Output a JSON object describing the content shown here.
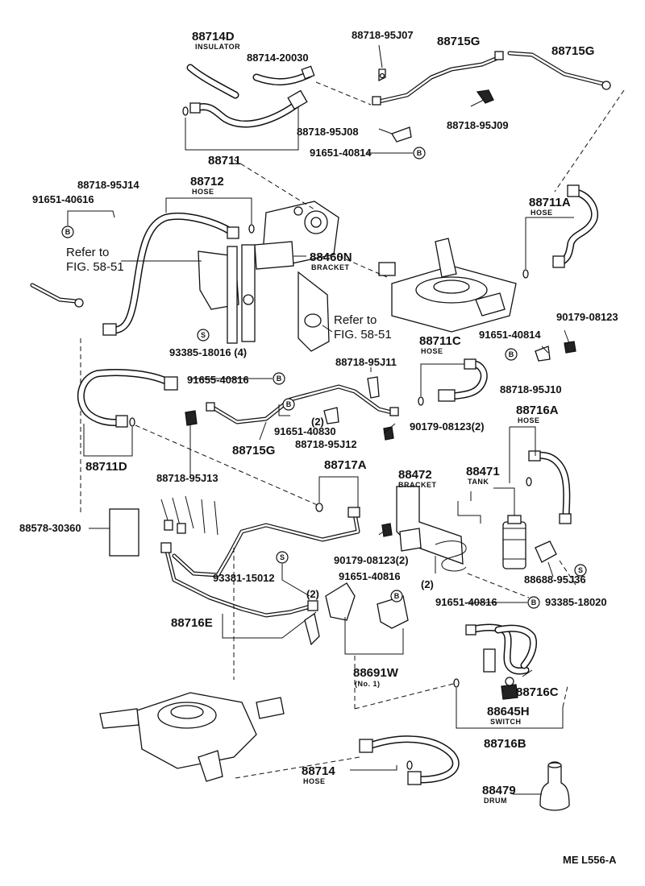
{
  "labels": {
    "p88714D": "88714D",
    "insulator": "INSULATOR",
    "p88714_20030": "88714-20030",
    "p88718_95J07": "88718-95J07",
    "p88715G_a": "88715G",
    "p88715G_b": "88715G",
    "p88718_95J08": "88718-95J08",
    "p88718_95J09": "88718-95J09",
    "p91651_40814_a": "91651-40814",
    "p88711": "88711",
    "p88718_95J14": "88718-95J14",
    "p91651_40616": "91651-40616",
    "p88712": "88712",
    "hose_88712": "HOSE",
    "refer_a1": "Refer to",
    "refer_a2": "FIG. 58-51",
    "p88460N": "88460N",
    "bracket_88460N": "BRACKET",
    "p88711A": "88711A",
    "hose_88711A": "HOSE",
    "refer_b1": "Refer to",
    "refer_b2": "FIG. 58-51",
    "p93385_18016": "93385-18016 (4)",
    "p88711C": "88711C",
    "hose_88711C": "HOSE",
    "p90179_08123_a": "90179-08123",
    "p91651_40814_b": "91651-40814",
    "p88718_95J11": "88718-95J11",
    "p88718_95J10": "88718-95J10",
    "p91655_40816": "91655-40816",
    "p91651_40830": "91651-40830",
    "qty2_a": "(2)",
    "p88718_95J12": "88718-95J12",
    "p90179_08123_b": "90179-08123(2)",
    "p88715G_c": "88715G",
    "p88716A": "88716A",
    "hose_88716A": "HOSE",
    "p88711D": "88711D",
    "p88718_95J13": "88718-95J13",
    "p88717A": "88717A",
    "p88472": "88472",
    "bracket_88472": "BRACKET",
    "p88471": "88471",
    "tank_88471": "TANK",
    "p88578_30360": "88578-30360",
    "p90179_08123_c": "90179-08123(2)",
    "p91651_40816_a": "91651-40816",
    "qty2_b": "(2)",
    "p88688_95J36": "88688-95J36",
    "p93381_15012": "93381-15012",
    "qty2_c": "(2)",
    "p91651_40816_b": "91651-40816",
    "p93385_18020": "93385-18020",
    "p88716E": "88716E",
    "p88691W": "88691W",
    "no1": "(No. 1)",
    "p88716C": "88716C",
    "p88645H": "88645H",
    "switch_88645H": "SWITCH",
    "p88716B": "88716B",
    "p88714": "88714",
    "hose_88714": "HOSE",
    "p88479": "88479",
    "drum_88479": "DRUM",
    "footer": "ME  L556-A"
  },
  "symbols": {
    "b": "B",
    "s": "S"
  }
}
